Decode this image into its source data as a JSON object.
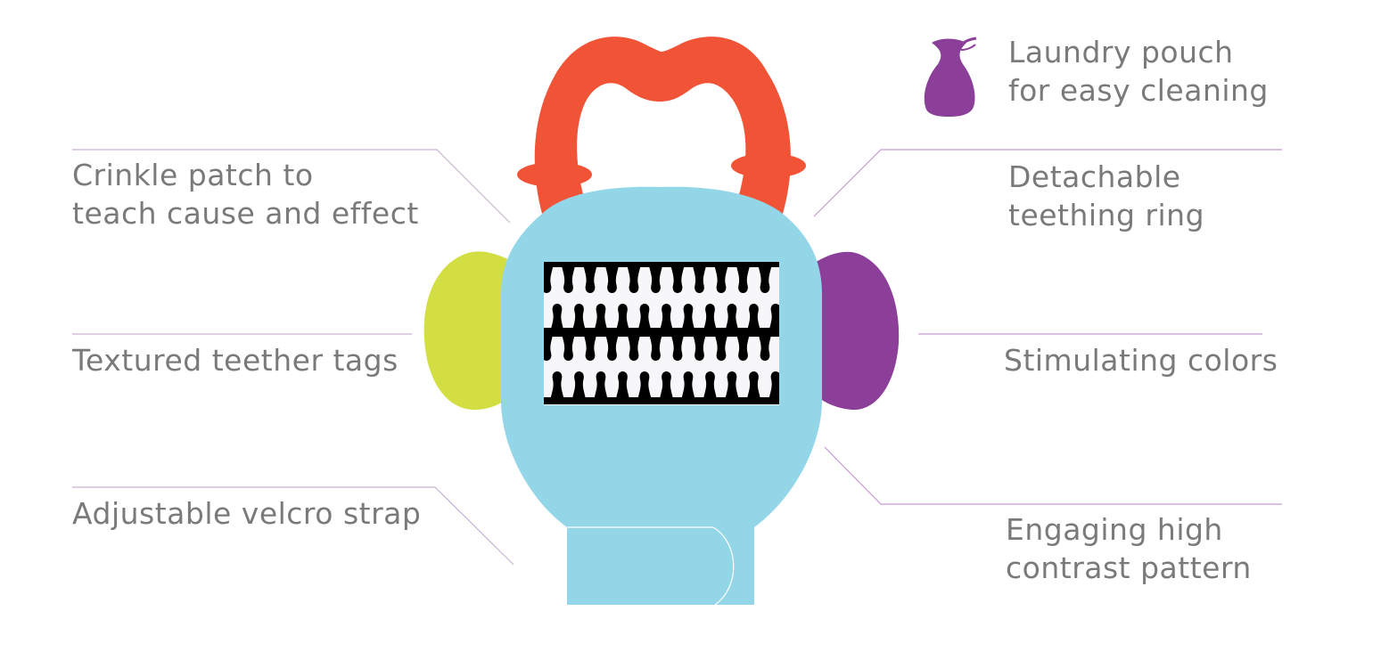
{
  "colors": {
    "ring": "#f05336",
    "body": "#93d6e8",
    "left_tag": "#d3de42",
    "right_tag": "#8b3f98",
    "pattern_bg": "#f7f7fa",
    "pattern_ink": "#000000",
    "leader_left": "#c9b3d0",
    "leader_right": "#c79ad4",
    "label_text": "#7a7a7a"
  },
  "icons": {
    "pouch": "laundry-pouch-icon"
  },
  "features": {
    "crinkle": {
      "line1": "Crinkle patch to",
      "line2": "teach cause and effect"
    },
    "tags": {
      "line1": "Textured teether tags"
    },
    "velcro": {
      "line1": "Adjustable velcro strap"
    },
    "pouch": {
      "line1": "Laundry pouch",
      "line2": "for easy cleaning"
    },
    "ring": {
      "line1": "Detachable",
      "line2": "teething ring"
    },
    "colors": {
      "line1": "Stimulating colors"
    },
    "pattern": {
      "line1": "Engaging high",
      "line2": "contrast pattern"
    }
  }
}
